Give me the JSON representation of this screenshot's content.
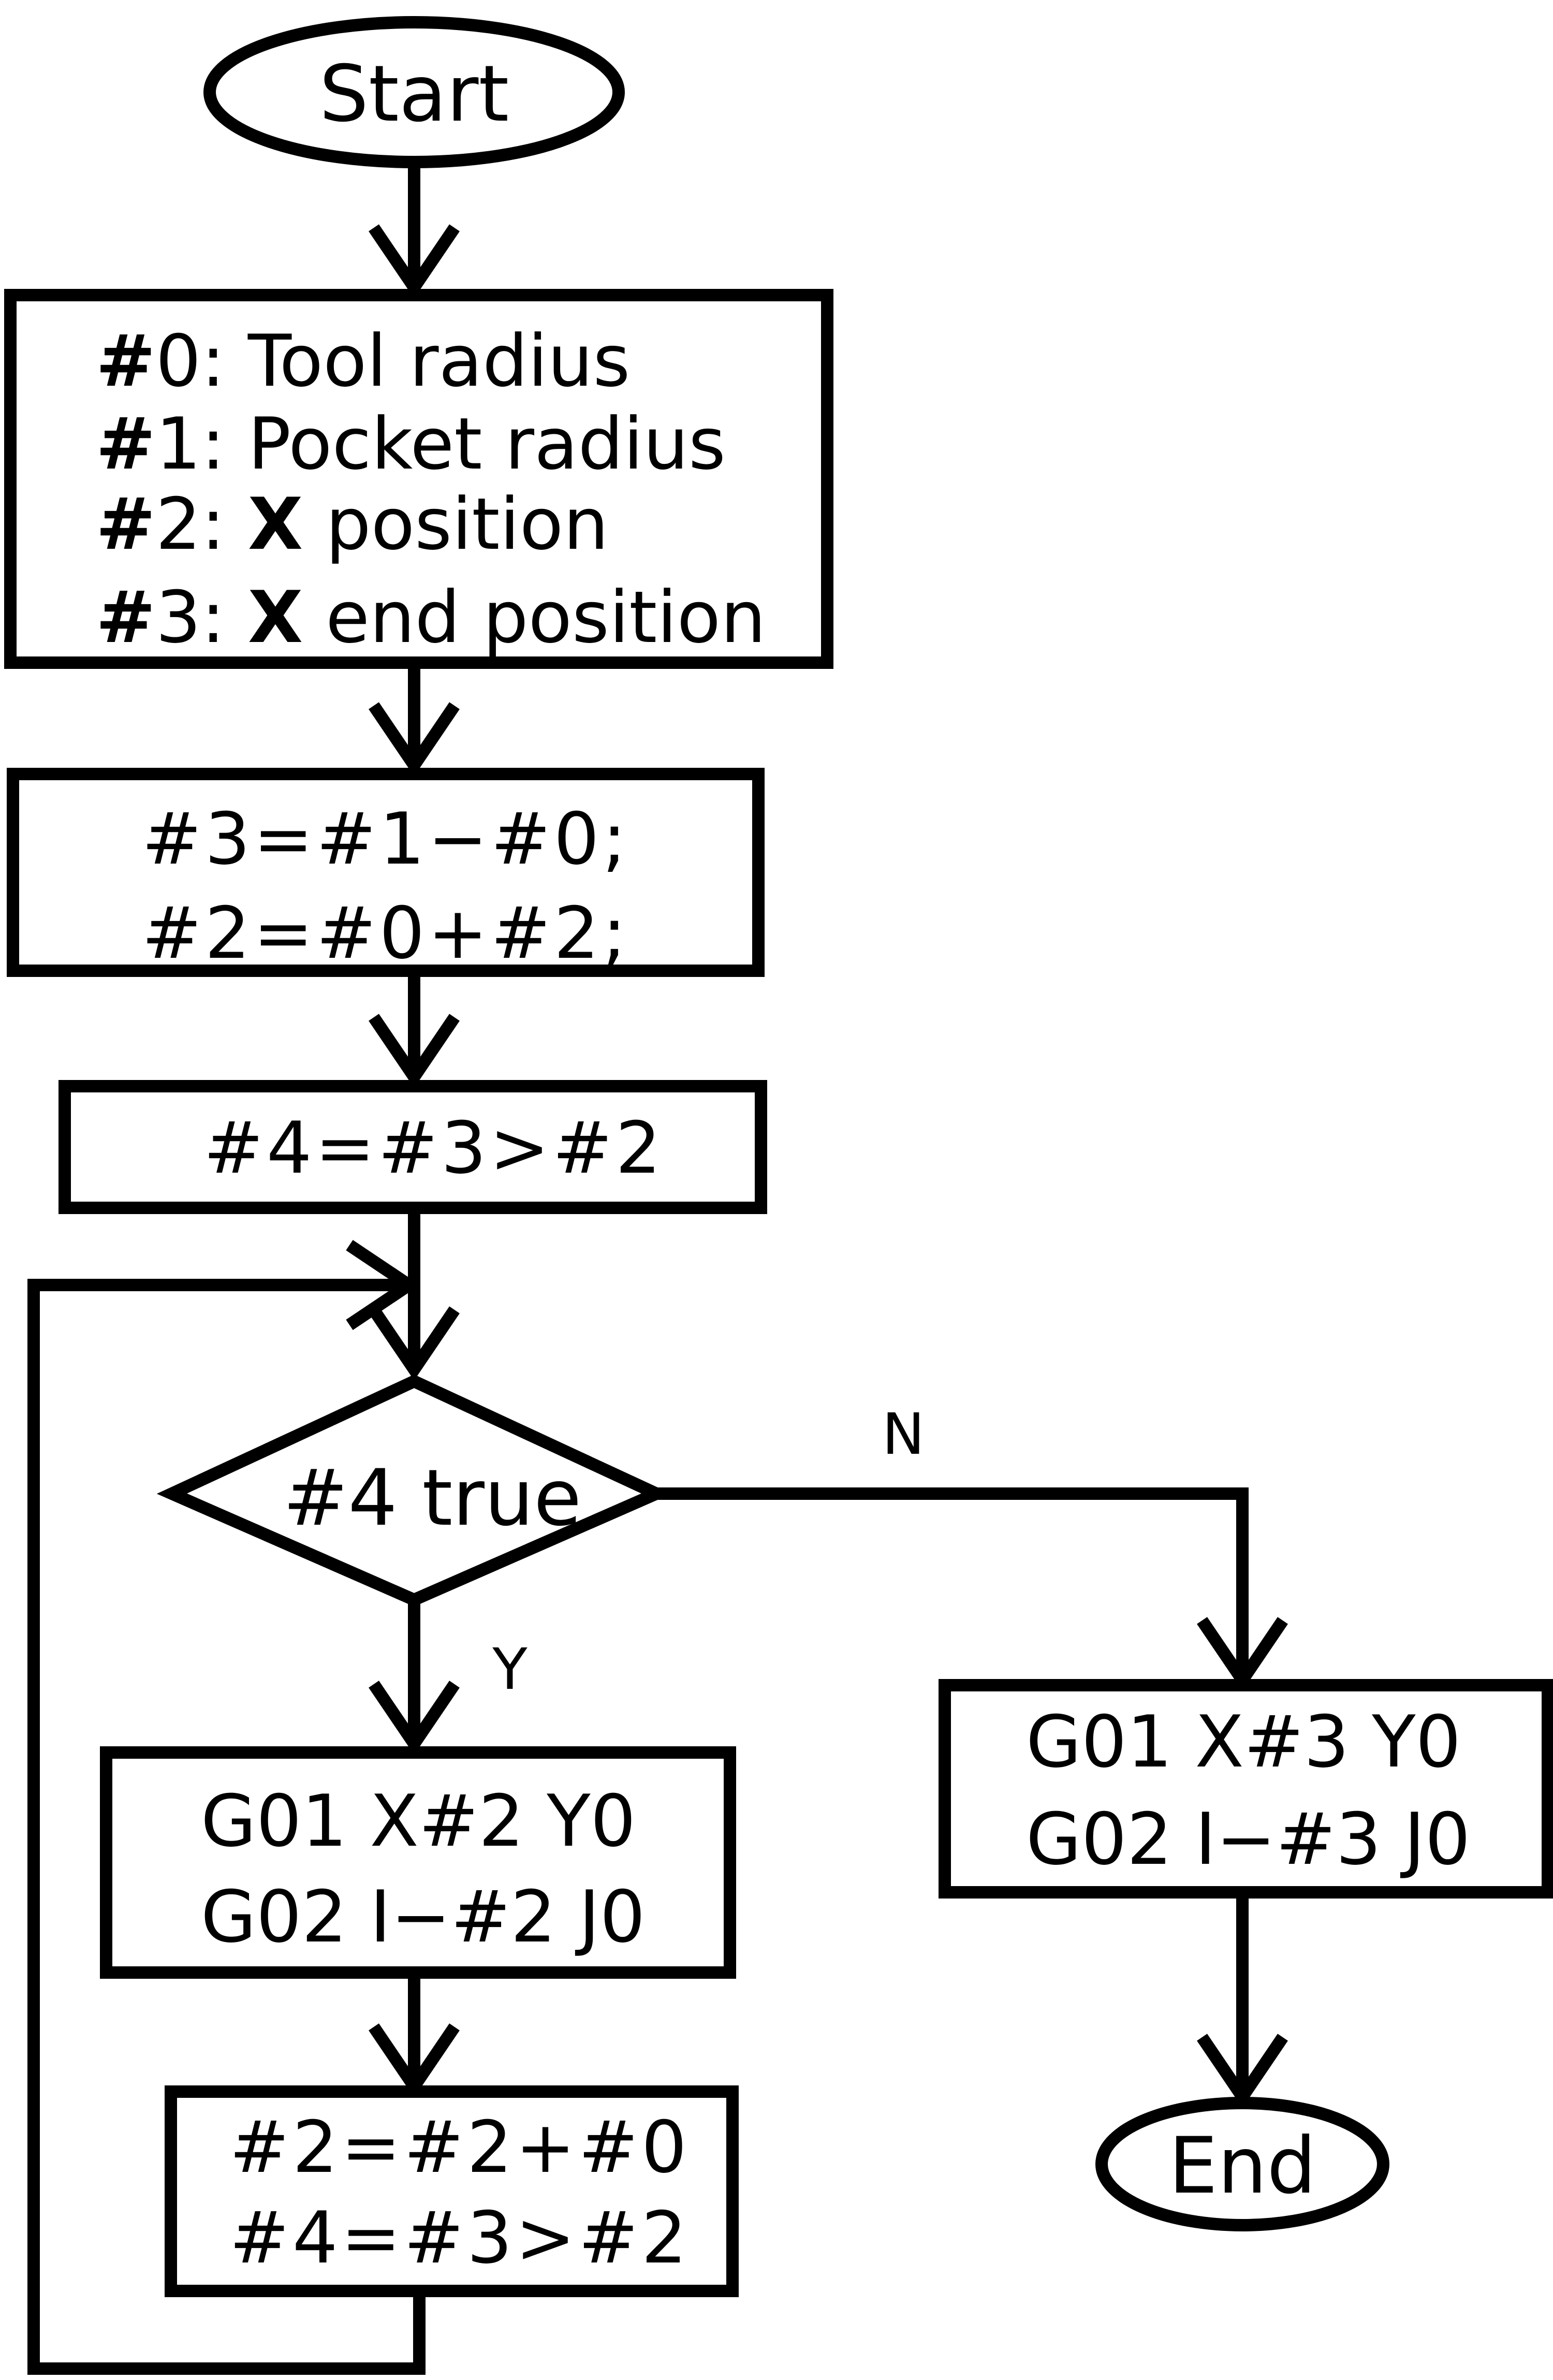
{
  "nodes": {
    "start": {
      "label": "Start"
    },
    "definitions": {
      "lines": [
        {
          "var": "#",
          "num": "0",
          "colon": ": ",
          "axis": "",
          "text": "Tool radius"
        },
        {
          "var": "#",
          "num": "1",
          "colon": ": ",
          "axis": "",
          "text": "Pocket radius"
        },
        {
          "var": "#",
          "num": "2",
          "colon": ": ",
          "axis": "X",
          "text": " position"
        },
        {
          "var": "#",
          "num": "3",
          "colon": ": ",
          "axis": "X",
          "text": " end position"
        }
      ]
    },
    "assign": {
      "lines": [
        "#3=#1−#0;",
        "#2=#0+#2;"
      ]
    },
    "compare_init": {
      "lines": [
        "#4=#3>#2"
      ]
    },
    "decision": {
      "label": "#4 true",
      "yes_label": "Y",
      "no_label": "N"
    },
    "cut_loop": {
      "lines": [
        "G01 X#2 Y0",
        "G02 I−#2 J0"
      ]
    },
    "increment": {
      "lines": [
        "#2=#2+#0",
        "#4=#3>#2"
      ]
    },
    "cut_final": {
      "lines": [
        "G01 X#3 Y0",
        "G02 I−#3 J0"
      ]
    },
    "end": {
      "label": "End"
    }
  }
}
